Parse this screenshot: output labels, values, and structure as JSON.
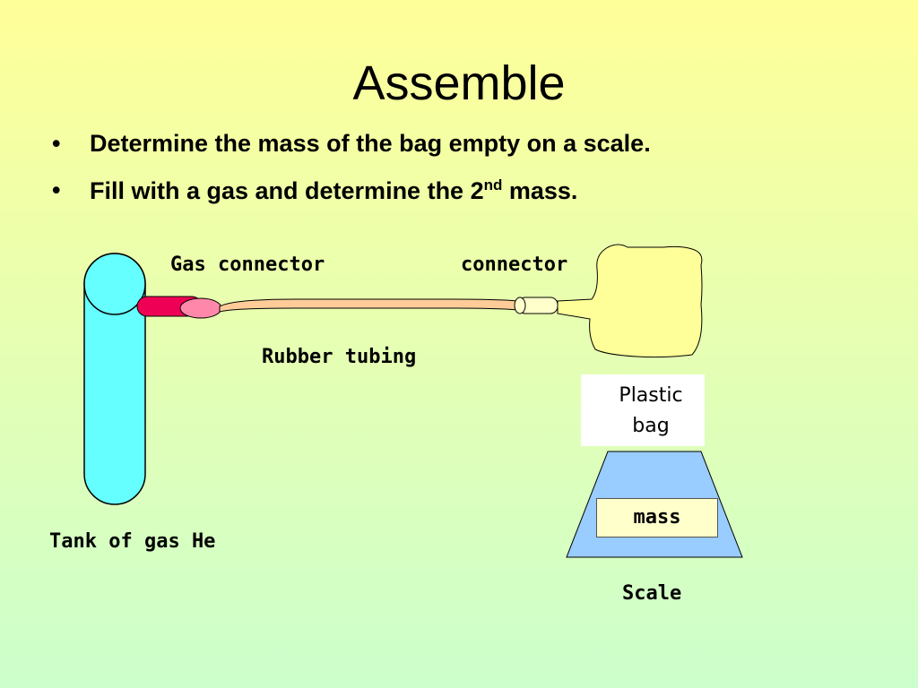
{
  "slide": {
    "title": "Assemble",
    "bullets": [
      {
        "marker": "•",
        "text": "Determine the mass of the bag empty on a scale."
      },
      {
        "marker": "•",
        "text_before": "Fill with a gas and determine the 2",
        "superscript": "nd",
        "text_after": " mass."
      }
    ]
  },
  "diagram": {
    "labels": {
      "gas_connector": "Gas connector",
      "connector": "connector",
      "rubber_tubing": "Rubber tubing",
      "plastic_bag_line1": "Plastic",
      "plastic_bag_line2": "bag",
      "mass": "mass",
      "tank": "Tank of gas He",
      "scale": "Scale"
    },
    "colors": {
      "tank": "#66ffff",
      "gas_connector_dark": "#ee0055",
      "gas_connector_light": "#ff88aa",
      "tubing": "#ffcc99",
      "bag": "#ffff99",
      "scale": "#99ccff",
      "mass_box": "#ffffcc"
    }
  }
}
